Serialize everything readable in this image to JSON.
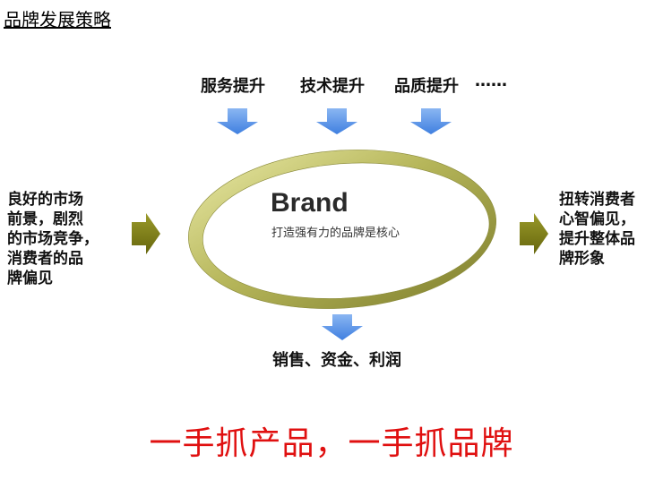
{
  "title": "品牌发展策略",
  "drivers": [
    {
      "label": "服务提升",
      "icon": "arrow-down-icon"
    },
    {
      "label": "技术提升",
      "icon": "arrow-down-icon"
    },
    {
      "label": "品质提升",
      "icon": "arrow-down-icon"
    },
    {
      "label": "……"
    }
  ],
  "left_context": [
    "良好的市场",
    "前景，剧烈",
    "的市场竞争，",
    "消费者的品",
    "牌偏见"
  ],
  "right_goal": [
    "扭转消费者",
    "心智偏见，",
    "提升整体品",
    "牌形象"
  ],
  "brand": {
    "name": "Brand",
    "subtitle": "打造强有力的品牌是核心"
  },
  "outcome": "销售、资金、利润",
  "slogan": "一手抓产品，一手抓品牌",
  "colors": {
    "blue_arrow": "#5b95e6",
    "olive_arrow": "#7f7f14",
    "ring": "#b3b355",
    "slogan": "#e01010"
  }
}
